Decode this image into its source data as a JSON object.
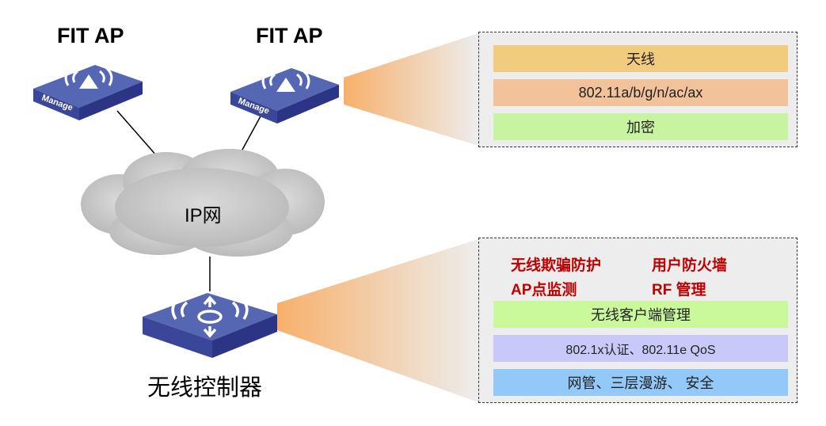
{
  "access_points": [
    {
      "title": "FIT AP",
      "badge": "Manage"
    },
    {
      "title": "FIT AP",
      "badge": "Manage"
    }
  ],
  "network": {
    "label": "IP网"
  },
  "controller": {
    "label": "无线控制器"
  },
  "ap_panel": {
    "bars": [
      {
        "text": "天线",
        "color": "#f2cc7e"
      },
      {
        "text": "802.11a/b/g/n/ac/ax",
        "color": "#f2c29a"
      },
      {
        "text": "加密",
        "color": "#c8f3a0"
      }
    ]
  },
  "controller_panel": {
    "features": [
      "无线欺骗防护",
      "用户防火墙",
      "AP点监测",
      "RF 管理"
    ],
    "feature_color": "#c00000",
    "bars": [
      {
        "text": "无线客户端管理",
        "color": "#c9f99a"
      },
      {
        "text": "802.1x认证、802.11e QoS",
        "color": "#c9c9f9"
      },
      {
        "text": "网管、三层漫游、 安全",
        "color": "#93c9f9"
      }
    ]
  },
  "colors": {
    "device_top": "#5566b3",
    "device_side": "#2c3585",
    "cloud": "#c8c8c8",
    "beam": "#f7b06b"
  }
}
